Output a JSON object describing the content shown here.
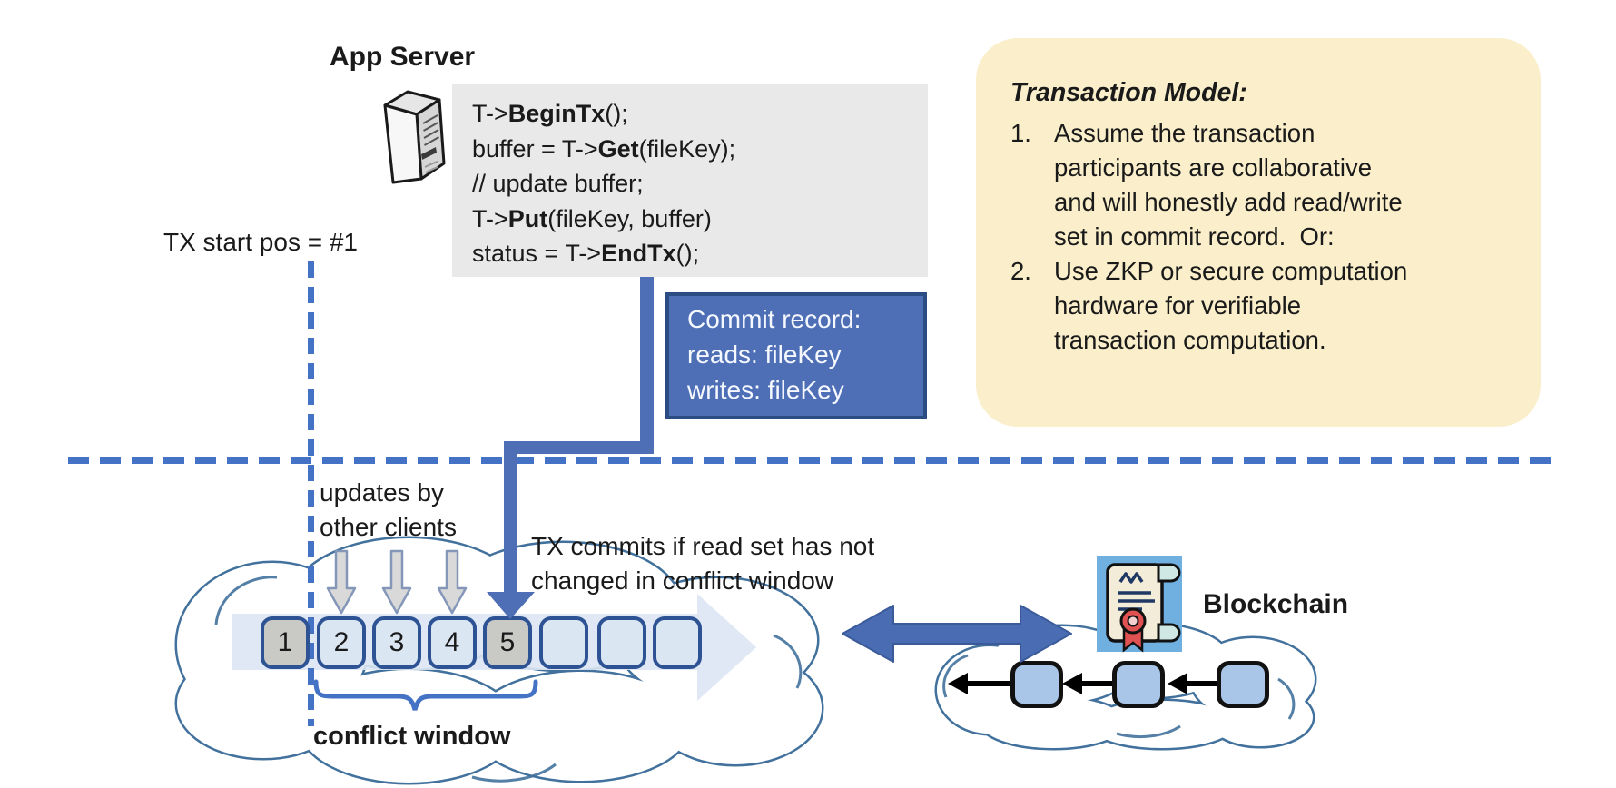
{
  "app_server": {
    "label": "App Server"
  },
  "code_block": {
    "lines": [
      [
        {
          "t": "T->"
        },
        {
          "t": "BeginTx",
          "b": true
        },
        {
          "t": "();"
        }
      ],
      [
        {
          "t": "buffer = T->"
        },
        {
          "t": "Get",
          "b": true
        },
        {
          "t": "(fileKey);"
        }
      ],
      [
        {
          "t": "// update buffer;"
        }
      ],
      [
        {
          "t": "T->"
        },
        {
          "t": "Put",
          "b": true
        },
        {
          "t": "(fileKey, buffer)"
        }
      ],
      [
        {
          "t": "status = T->"
        },
        {
          "t": "EndTx",
          "b": true
        },
        {
          "t": "();"
        }
      ]
    ]
  },
  "tx_start": {
    "label": "TX start pos = #1"
  },
  "commit_record": {
    "lines": [
      "Commit record:",
      "reads: fileKey",
      "writes: fileKey"
    ]
  },
  "transaction_model": {
    "title": "Transaction Model:",
    "items": [
      {
        "num": "1.",
        "text": "Assume the transaction\nparticipants are collaborative\nand will honestly add read/write\nset in commit record.  Or:"
      },
      {
        "num": "2.",
        "text": "Use ZKP or secure computation\nhardware for verifiable\ntransaction computation."
      }
    ]
  },
  "timeline": {
    "updates_by": [
      "updates by",
      "other clients"
    ],
    "tx_commits": [
      "TX commits if read set has not",
      "changed in conflict window"
    ],
    "conflict_window": "conflict window",
    "blocks": [
      "1",
      "2",
      "3",
      "4",
      "5",
      "",
      "",
      ""
    ]
  },
  "blockchain": {
    "label": "Blockchain"
  },
  "icons": {
    "server": "server-tower-icon",
    "certificate": "scroll-certificate-icon"
  },
  "colors": {
    "accent_blue": "#4472c4",
    "arrow_blue": "#4e6fb6",
    "commit_box_fill": "#4e6fb6",
    "commit_box_border": "#2c4d84",
    "double_arrow": "#4a6cb3",
    "cloud_stroke": "#41719c",
    "band_fill": "#dbe5f3",
    "block_border": "#2e5395",
    "block_fill_light": "#dbe6f3",
    "block_fill_gray": "#c9c9c6",
    "chain_block_fill": "#a9c6e8",
    "code_panel_bg": "#e9e9e9",
    "callout_bg": "#faefca",
    "gray_arrow_fill": "#d9d9d9",
    "gray_arrow_stroke": "#8497b8"
  }
}
